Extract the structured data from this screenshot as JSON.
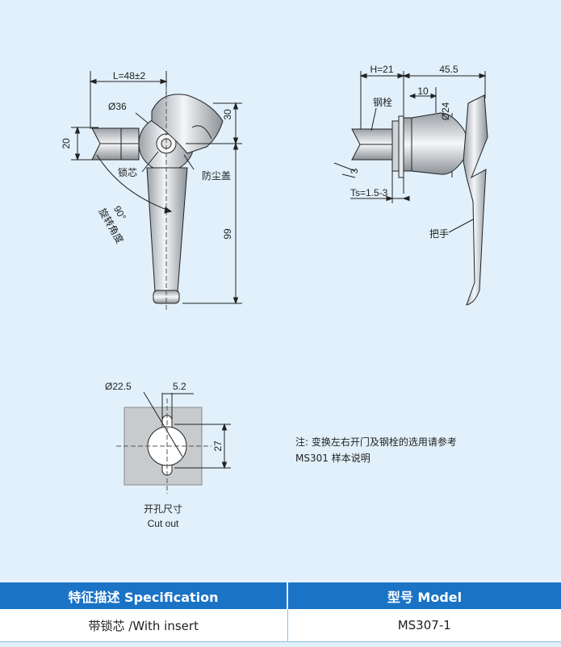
{
  "drawing": {
    "front_view": {
      "dim_length": "L=48±2",
      "dim_diameter": "Ø36",
      "dim_height_left": "20",
      "dim_top": "30",
      "dim_handle": "99",
      "angle": "90°",
      "angle_label": "旋转角度",
      "label_core": "锁芯",
      "label_cover": "防尘盖"
    },
    "side_view": {
      "dim_h": "H=21",
      "dim_width": "45.5",
      "dim_10": "10",
      "dim_dia": "Ø24",
      "dim_3": "3",
      "dim_ts": "Ts=1.5-3",
      "label_bolt": "钢栓",
      "label_handle": "把手"
    },
    "cutout": {
      "dim_dia": "Ø22.5",
      "dim_width": "5.2",
      "dim_height": "27",
      "caption_cn": "开孔尺寸",
      "caption_en": "Cut out"
    },
    "note": {
      "line1": "注:  变换左右开门及钢栓的选用请参考",
      "line2": "MS301 样本说明"
    }
  },
  "table": {
    "headers": [
      "特征描述 Specification",
      "型号 Model"
    ],
    "rows": [
      [
        "带锁芯 /With insert",
        "MS307-1"
      ]
    ]
  }
}
